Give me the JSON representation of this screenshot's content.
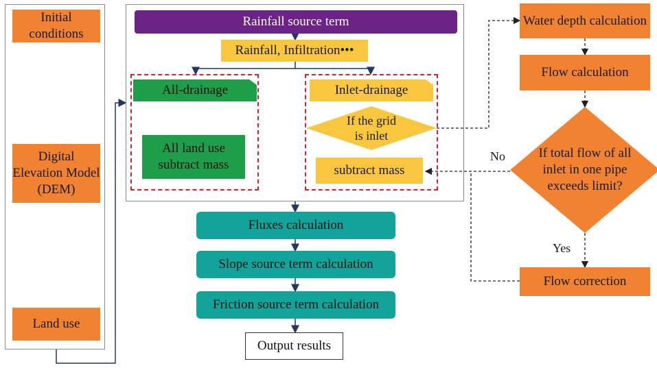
{
  "colors": {
    "orange": "#f08232",
    "purple": "#6b2387",
    "yellow": "#f8c73f",
    "green": "#1f9e4a",
    "teal": "#12a39a",
    "dashed_red": "#d0232b",
    "connector": "#1f3864"
  },
  "inputs": {
    "initial_conditions": "Initial conditions",
    "dem": "Digital Elevation Model (DEM)",
    "land_use": "Land use"
  },
  "rain_module": {
    "source_term": "Rainfall source term",
    "rainfall_infiltration": "Rainfall, Infiltration•••",
    "all_drainage": {
      "title": "All-drainage",
      "action": "All land use subtract mass"
    },
    "inlet_drainage": {
      "title": "Inlet-drainage",
      "decision": "If the grid is inlet",
      "action": "subtract mass"
    }
  },
  "main_flow": {
    "fluxes": "Fluxes calculation",
    "slope": "Slope source term calculation",
    "friction": "Friction source term calculation",
    "output": "Output results"
  },
  "pipe_module": {
    "water_depth": "Water depth calculation",
    "flow_calc": "Flow calculation",
    "decision": "If total flow of all inlet in one pipe exceeds limit?",
    "no_label": "No",
    "yes_label": "Yes",
    "flow_correction": "Flow correction"
  }
}
